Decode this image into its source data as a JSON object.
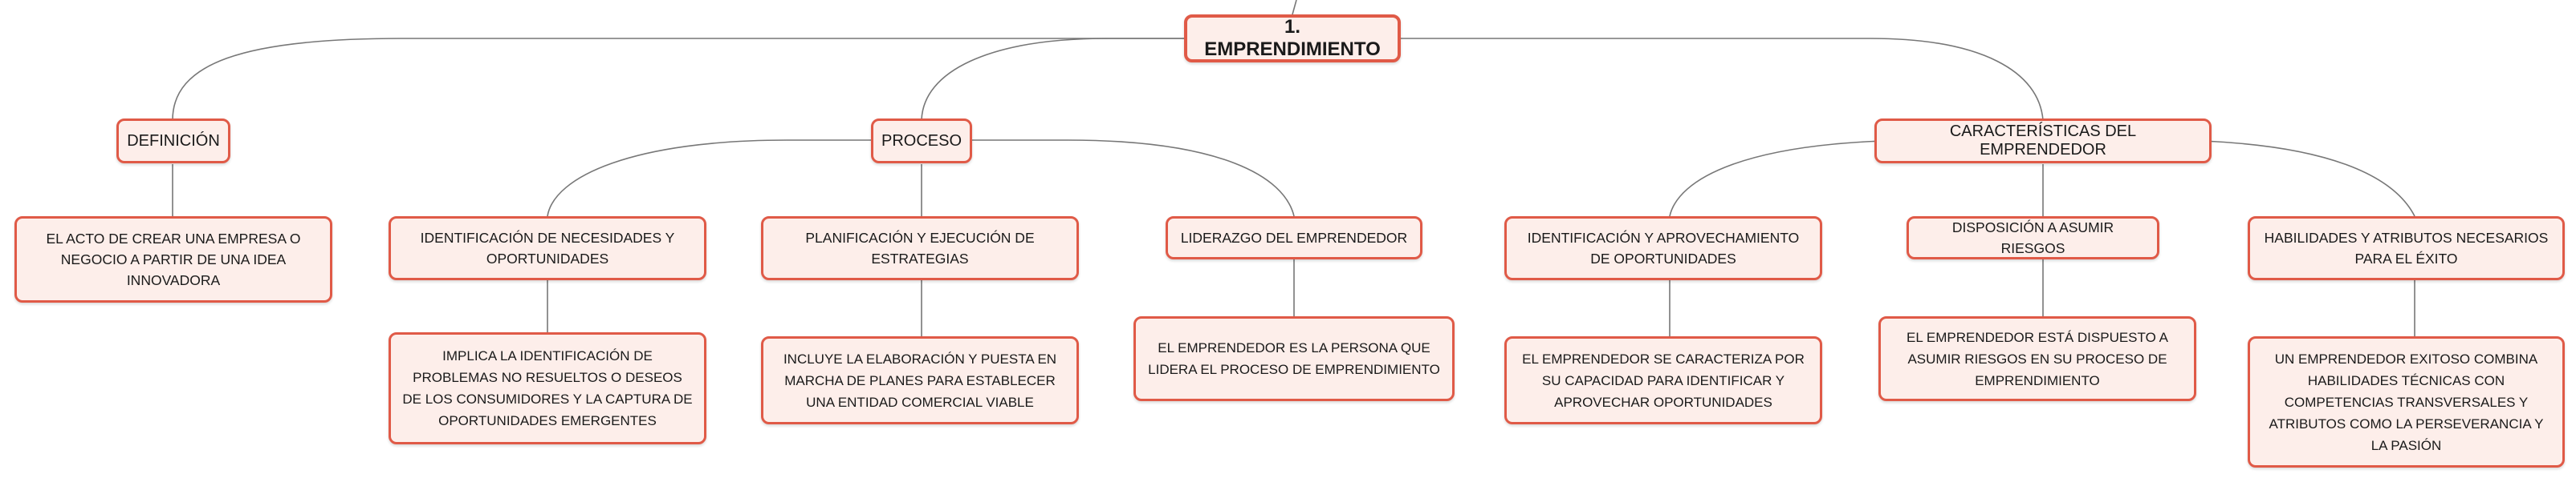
{
  "diagram": {
    "root": {
      "label": "1. EMPRENDIMIENTO"
    },
    "definicion": {
      "label": "DEFINICIÓN",
      "detail": "EL ACTO DE CREAR UNA EMPRESA O NEGOCIO A PARTIR DE UNA IDEA INNOVADORA"
    },
    "proceso": {
      "label": "PROCESO",
      "items": [
        {
          "label": "IDENTIFICACIÓN DE NECESIDADES Y OPORTUNIDADES",
          "detail": "IMPLICA LA IDENTIFICACIÓN DE PROBLEMAS NO RESUELTOS O DESEOS DE LOS CONSUMIDORES Y LA CAPTURA DE OPORTUNIDADES EMERGENTES"
        },
        {
          "label": "PLANIFICACIÓN Y EJECUCIÓN DE ESTRATEGIAS",
          "detail": "INCLUYE LA ELABORACIÓN Y PUESTA EN MARCHA DE PLANES PARA ESTABLECER UNA ENTIDAD COMERCIAL VIABLE"
        },
        {
          "label": "LIDERAZGO DEL EMPRENDEDOR",
          "detail": "EL EMPRENDEDOR ES LA PERSONA QUE LIDERA EL PROCESO DE EMPRENDIMIENTO"
        }
      ]
    },
    "caracteristicas": {
      "label": "CARACTERÍSTICAS DEL EMPRENDEDOR",
      "items": [
        {
          "label": "IDENTIFICACIÓN Y APROVECHAMIENTO DE OPORTUNIDADES",
          "detail": "EL EMPRENDEDOR SE CARACTERIZA POR SU CAPACIDAD PARA IDENTIFICAR Y APROVECHAR OPORTUNIDADES"
        },
        {
          "label": "DISPOSICIÓN A ASUMIR RIESGOS",
          "detail": "EL EMPRENDEDOR ESTÁ DISPUESTO A ASUMIR RIESGOS EN SU PROCESO DE EMPRENDIMIENTO"
        },
        {
          "label": "HABILIDADES Y ATRIBUTOS NECESARIOS PARA EL ÉXITO",
          "detail": "UN EMPRENDEDOR EXITOSO COMBINA HABILIDADES TÉCNICAS CON COMPETENCIAS TRANSVERSALES Y ATRIBUTOS COMO LA PERSEVERANCIA Y LA PASIÓN"
        }
      ]
    }
  },
  "colors": {
    "border": "#e05a47",
    "fill": "#fdeeea",
    "edge": "#777777"
  }
}
